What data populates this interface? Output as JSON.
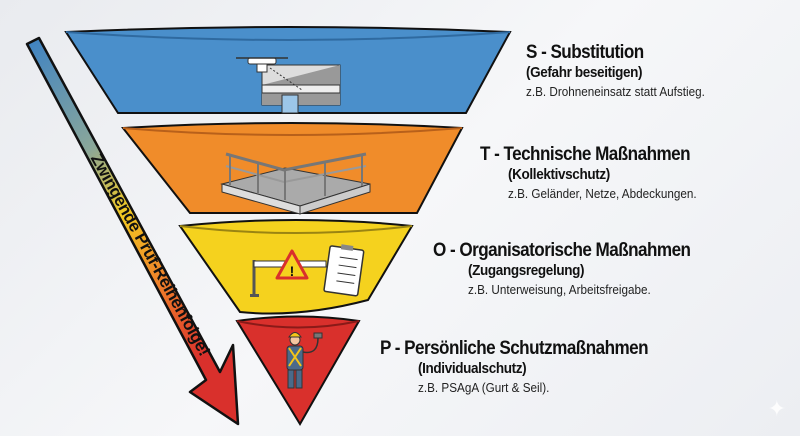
{
  "arrow_label": "Zwingende Prüf-Reihenfolge!",
  "colors": {
    "substitution": "#4a8fcb",
    "technisch": "#f08c2a",
    "organisatorisch": "#f5d21e",
    "persoenlich": "#d9302c"
  },
  "levels": [
    {
      "title": "S - Substitution",
      "subtitle": "(Gefahr beseitigen)",
      "example": "z.B. Drohneneinsatz statt Aufstieg.",
      "icon": "drone-building-icon"
    },
    {
      "title": "T - Technische Maßnahmen",
      "subtitle": "(Kollektivschutz)",
      "example": "z.B. Geländer, Netze, Abdeckungen.",
      "icon": "railing-icon"
    },
    {
      "title": "O - Organisatorische Maßnahmen",
      "subtitle": "(Zugangsregelung)",
      "example": "z.B. Unterweisung, Arbeitsfreigabe.",
      "icon": "barrier-checklist-icon"
    },
    {
      "title": "P - Persönliche Schutzmaßnahmen",
      "subtitle": "(Individualschutz)",
      "example": "z.B. PSAgA (Gurt & Seil).",
      "icon": "harness-worker-icon"
    }
  ]
}
